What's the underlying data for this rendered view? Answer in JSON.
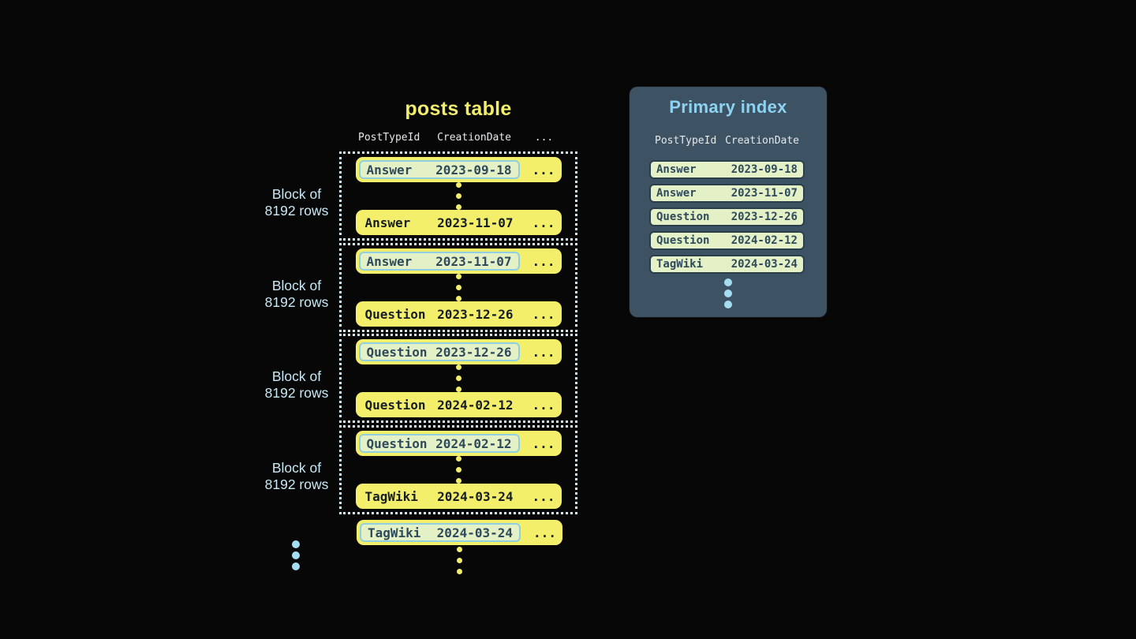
{
  "colors": {
    "background": "#070707",
    "row_yellow": "#f4ef6b",
    "highlight_green": "#e4f0c6",
    "highlight_border_blue": "#8ed0e2",
    "row_text_dark": "#161e24",
    "highlight_text_slate": "#2e4a5c",
    "panel_background": "#3d5263",
    "panel_title_blue": "#8ed2f2",
    "header_text": "#e6e9ea",
    "label_light_blue": "#c9e9f6",
    "dot_light_blue": "#a5def2",
    "block_dotted_border": "#d5edf6"
  },
  "posts_table": {
    "title": "posts table",
    "headers": {
      "post_type_id": "PostTypeId",
      "creation_date": "CreationDate",
      "more": "..."
    },
    "block_label": {
      "line1": "Block of",
      "line2": "8192 rows"
    },
    "row_ellipsis": "...",
    "blocks": [
      {
        "first_row": {
          "post_type": "Answer",
          "creation_date": "2023-09-18"
        },
        "last_row": {
          "post_type": "Answer",
          "creation_date": "2023-11-07"
        }
      },
      {
        "first_row": {
          "post_type": "Answer",
          "creation_date": "2023-11-07"
        },
        "last_row": {
          "post_type": "Question",
          "creation_date": "2023-12-26"
        }
      },
      {
        "first_row": {
          "post_type": "Question",
          "creation_date": "2023-12-26"
        },
        "last_row": {
          "post_type": "Question",
          "creation_date": "2024-02-12"
        }
      },
      {
        "first_row": {
          "post_type": "Question",
          "creation_date": "2024-02-12"
        },
        "last_row": {
          "post_type": "TagWiki",
          "creation_date": "2024-03-24"
        }
      }
    ],
    "next_block_first_row": {
      "post_type": "TagWiki",
      "creation_date": "2024-03-24"
    }
  },
  "primary_index": {
    "title": "Primary index",
    "headers": {
      "post_type_id": "PostTypeId",
      "creation_date": "CreationDate"
    },
    "entries": [
      {
        "post_type": "Answer",
        "creation_date": "2023-09-18"
      },
      {
        "post_type": "Answer",
        "creation_date": "2023-11-07"
      },
      {
        "post_type": "Question",
        "creation_date": "2023-12-26"
      },
      {
        "post_type": "Question",
        "creation_date": "2024-02-12"
      },
      {
        "post_type": "TagWiki",
        "creation_date": "2024-03-24"
      }
    ]
  }
}
